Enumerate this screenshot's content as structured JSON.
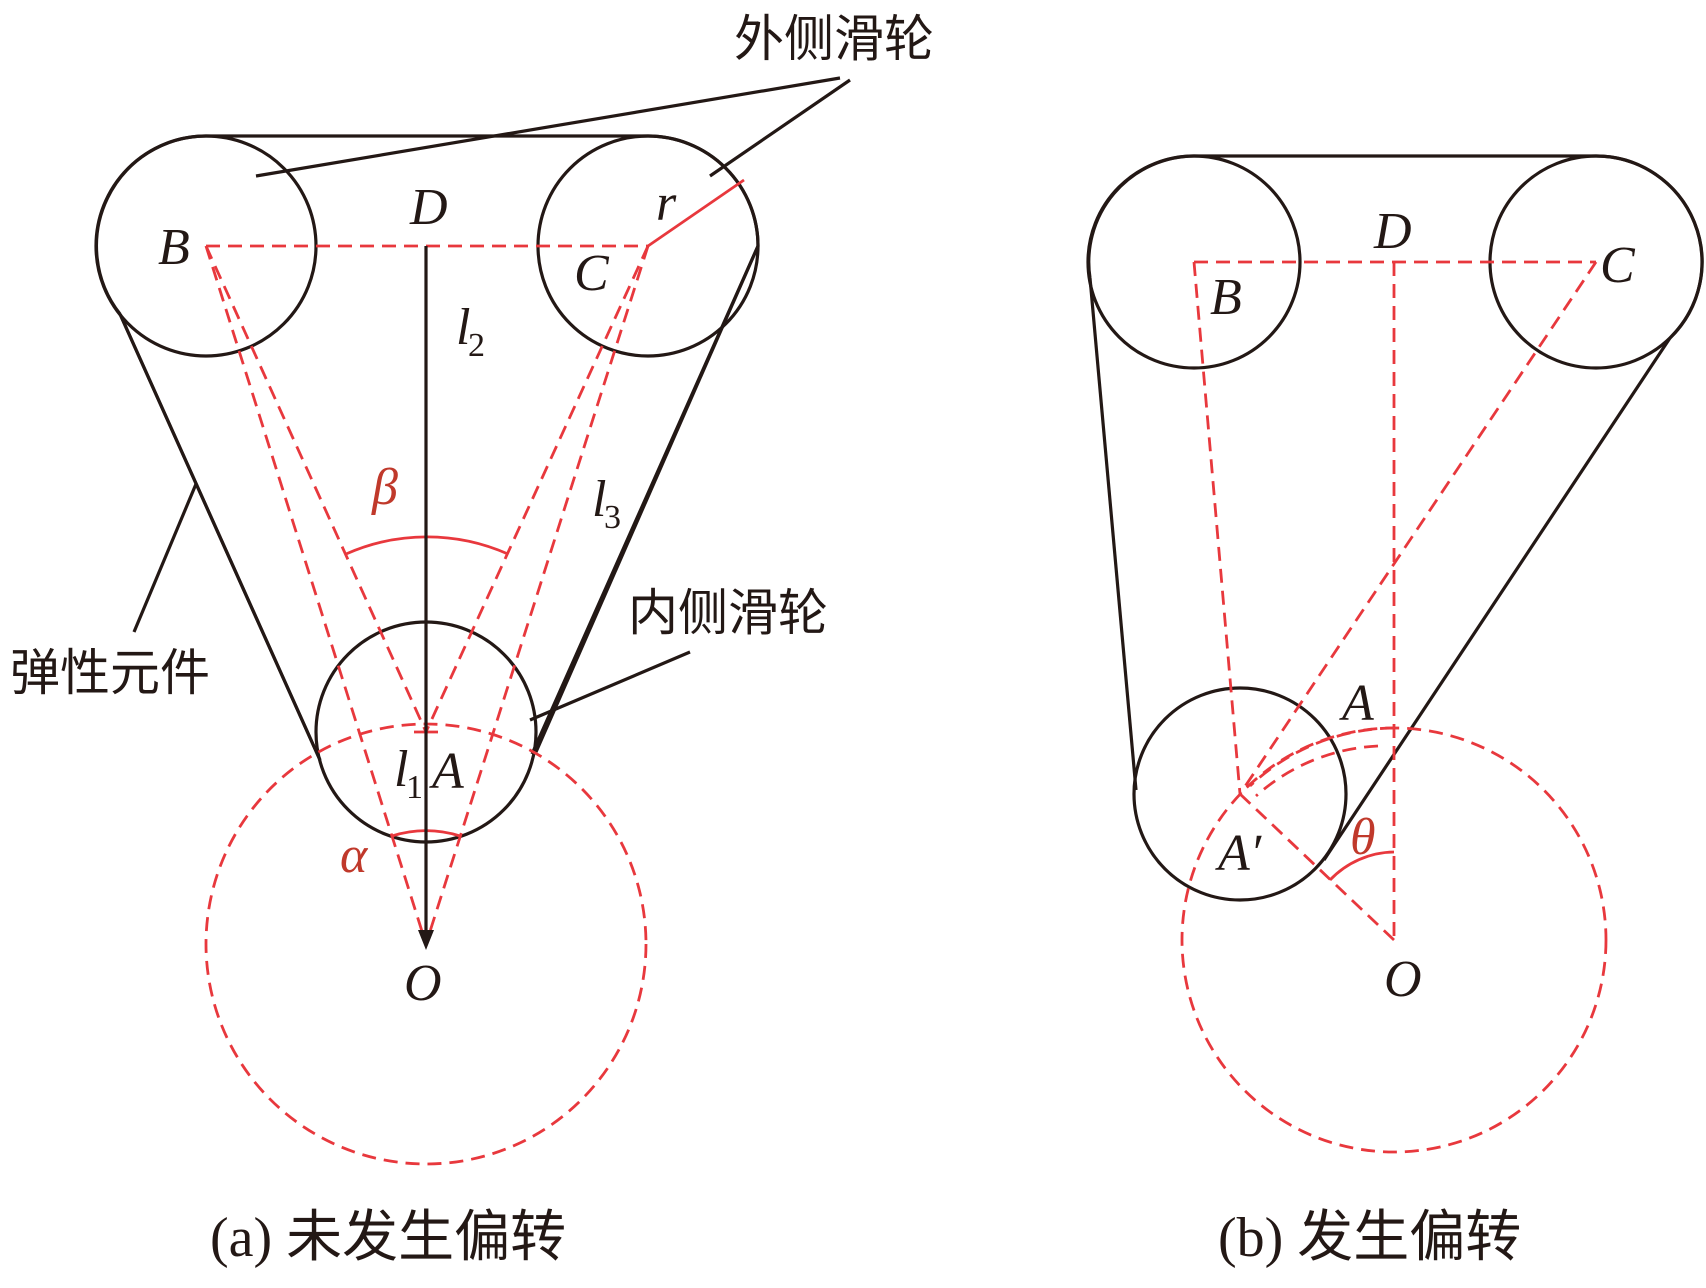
{
  "panel_a": {
    "caption": "(a) 未发生偏转",
    "labels": {
      "B": "B",
      "C": "C",
      "D": "D",
      "O": "O",
      "A": "A",
      "r": "r",
      "l1": "l",
      "l1_sub": "1",
      "l2": "l",
      "l2_sub": "2",
      "l3": "l",
      "l3_sub": "3",
      "alpha": "α",
      "beta": "β"
    },
    "callouts": {
      "outer_pulley": "外侧滑轮",
      "inner_pulley": "内侧滑轮",
      "elastic_element": "弹性元件"
    }
  },
  "panel_b": {
    "caption": "(b) 发生偏转",
    "labels": {
      "B": "B",
      "C": "C",
      "D": "D",
      "O": "O",
      "A": "A",
      "A_prime": "A′",
      "theta": "θ"
    }
  },
  "colors": {
    "line": "#231815",
    "accent": "#e8383d",
    "accent_text": "#c0392b"
  }
}
